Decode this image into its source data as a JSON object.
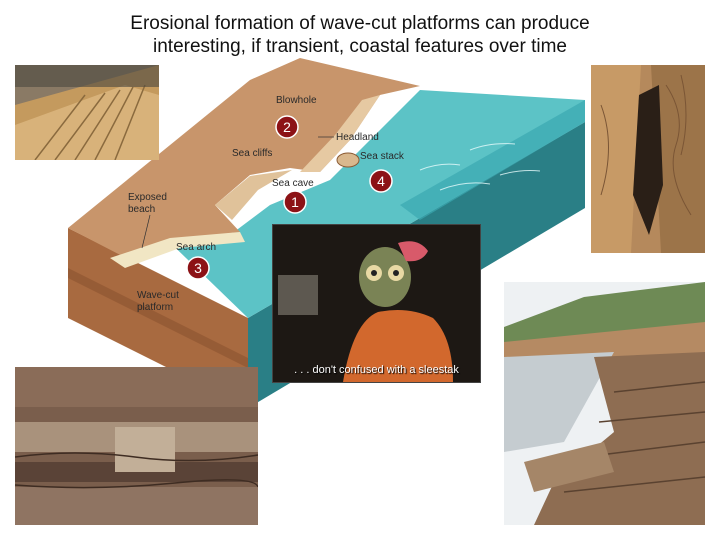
{
  "slide": {
    "title_line1": "Erosional formation of wave-cut platforms can produce",
    "title_line2": "interesting, if transient, coastal features over time"
  },
  "diagram": {
    "labels": {
      "blowhole": "Blowhole",
      "headland": "Headland",
      "sea_cliffs": "Sea cliffs",
      "sea_stack": "Sea stack",
      "sea_cave": "Sea cave",
      "exposed_beach_1": "Exposed",
      "exposed_beach_2": "beach",
      "sea_arch": "Sea arch",
      "platform_1": "Wave-cut",
      "platform_2": "platform"
    },
    "markers": [
      "1",
      "2",
      "3",
      "4"
    ],
    "colors": {
      "sea": "#5cc3c6",
      "land": "#c8956b",
      "marker": "#8c1216"
    }
  },
  "inset": {
    "caption": ". . . don't confused with a sleestak"
  }
}
